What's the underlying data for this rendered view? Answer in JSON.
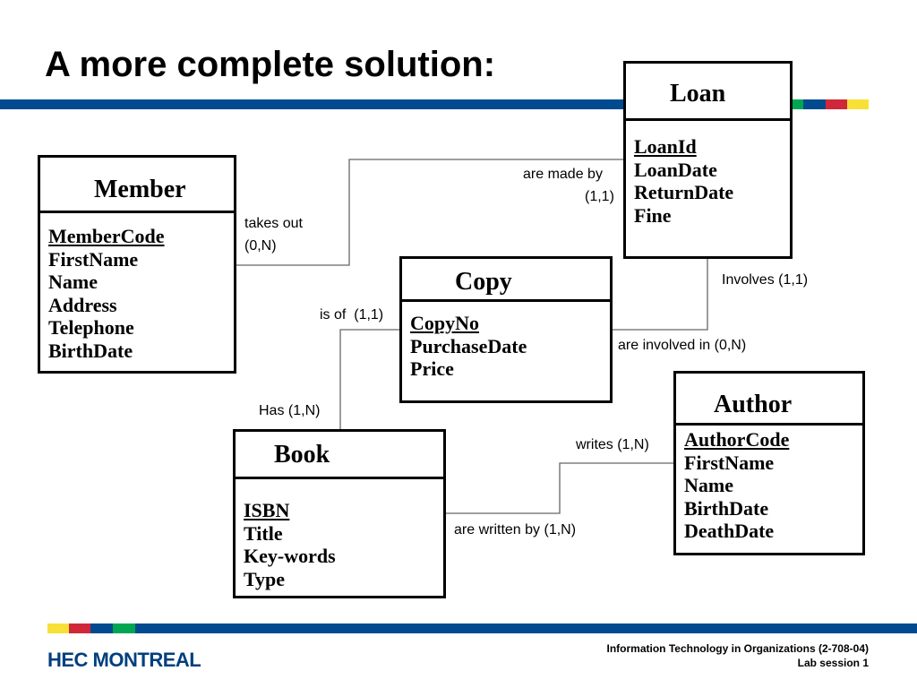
{
  "slide": {
    "title": "A more complete solution:"
  },
  "colors": {
    "blue": "#004a8f",
    "green": "#00a651",
    "red": "#d0283a",
    "yellow": "#f7e137",
    "logo": "#003f7f"
  },
  "entities": {
    "loan": {
      "name": "Loan",
      "pk": "LoanId",
      "attrs": [
        "LoanDate",
        "ReturnDate",
        "Fine"
      ]
    },
    "member": {
      "name": "Member",
      "pk": "MemberCode",
      "attrs": [
        "FirstName",
        "Name",
        "Address",
        "Telephone",
        "BirthDate"
      ]
    },
    "copy": {
      "name": "Copy",
      "pk": "CopyNo",
      "attrs": [
        "PurchaseDate",
        "Price"
      ]
    },
    "author": {
      "name": "Author",
      "pk": "AuthorCode",
      "attrs": [
        "FirstName",
        "Name",
        "BirthDate",
        "DeathDate"
      ]
    },
    "book": {
      "name": "Book",
      "pk": "ISBN",
      "attrs": [
        "Title",
        "Key-words",
        "Type"
      ]
    }
  },
  "relationships": {
    "are_made_by": "are made by",
    "are_made_by_card": "(1,1)",
    "takes_out": "takes out",
    "takes_out_card": "(0,N)",
    "involves": "Involves (1,1)",
    "are_involved_in": "are involved in (0,N)",
    "is_of": "is of  (1,1)",
    "has": "Has (1,N)",
    "writes": "writes (1,N)",
    "are_written_by": "are written by (1,N)"
  },
  "footer": {
    "course": "Information Technology in Organizations (2-708-04)",
    "session": "Lab session 1",
    "logo": "HEC MONTREAL"
  }
}
